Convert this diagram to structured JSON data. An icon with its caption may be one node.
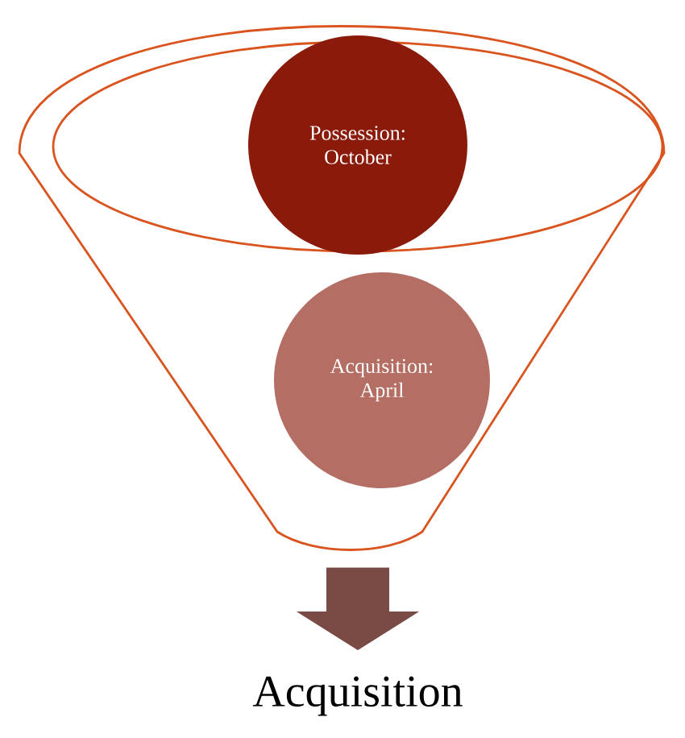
{
  "diagram": {
    "nodes": [
      {
        "text": [],
        "shape": "funnel"
      },
      {
        "text": [
          "Possession: October"
        ],
        "in": 0
      },
      {
        "text": [
          "Acquisition: April"
        ],
        "in": 0
      },
      {
        "text": [
          "Acquisition"
        ]
      }
    ],
    "edges": [
      {
        "from": 0,
        "to": 3,
        "arrow": "to"
      }
    ]
  }
}
